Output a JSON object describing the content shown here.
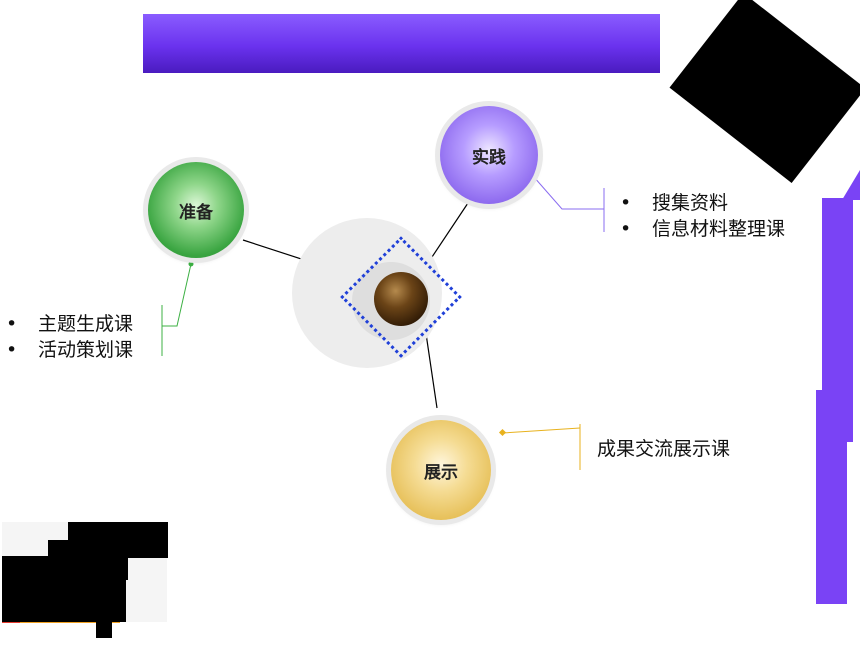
{
  "title": "",
  "colors": {
    "title_bar": "#6a32ee",
    "purple_accent": "#7a43f5",
    "green_connector": "#3cb043",
    "purple_connector": "#8a6cf0",
    "gold_connector": "#e8b21e",
    "hub_diamond": "#2040d8"
  },
  "nodes": {
    "prepare": {
      "label": "准备",
      "items": [
        "主题生成课",
        "活动策划课"
      ]
    },
    "practice": {
      "label": "实践",
      "items": [
        "搜集资料",
        "信息材料整理课"
      ]
    },
    "present": {
      "label": "展示",
      "items": [
        "成果交流展示课"
      ]
    }
  }
}
